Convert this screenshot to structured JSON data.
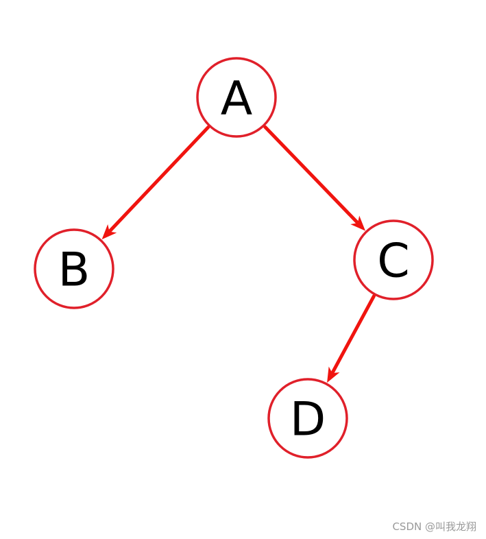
{
  "diagram": {
    "type": "binary-tree",
    "colors": {
      "node_stroke": "#e0202a",
      "edge": "#f0140f",
      "label": "#000000",
      "background": "#ffffff"
    },
    "nodes": [
      {
        "id": "A",
        "label": "A"
      },
      {
        "id": "B",
        "label": "B"
      },
      {
        "id": "C",
        "label": "C"
      },
      {
        "id": "D",
        "label": "D"
      }
    ],
    "edges": [
      {
        "from": "A",
        "to": "B"
      },
      {
        "from": "A",
        "to": "C"
      },
      {
        "from": "C",
        "to": "D"
      }
    ]
  },
  "watermark": {
    "text": "CSDN @叫我龙翔"
  }
}
